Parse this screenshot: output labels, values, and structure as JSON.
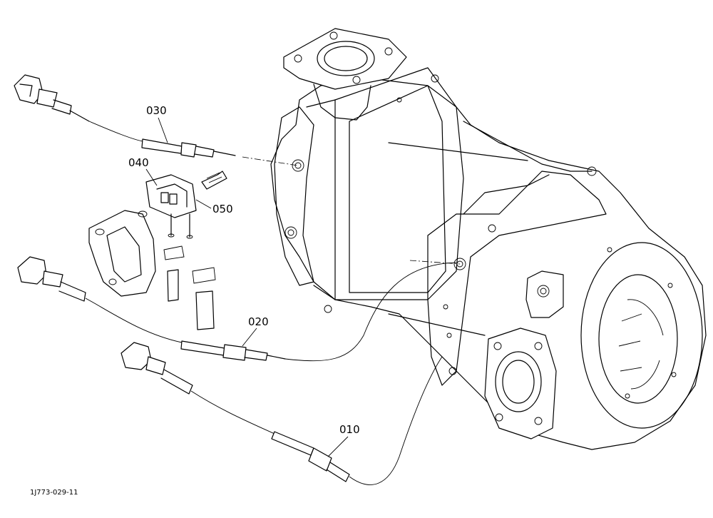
{
  "callouts": {
    "c010": "010",
    "c020": "020",
    "c030": "030",
    "c040": "040",
    "c050": "050"
  },
  "drawing_code": "1J773-029-11"
}
